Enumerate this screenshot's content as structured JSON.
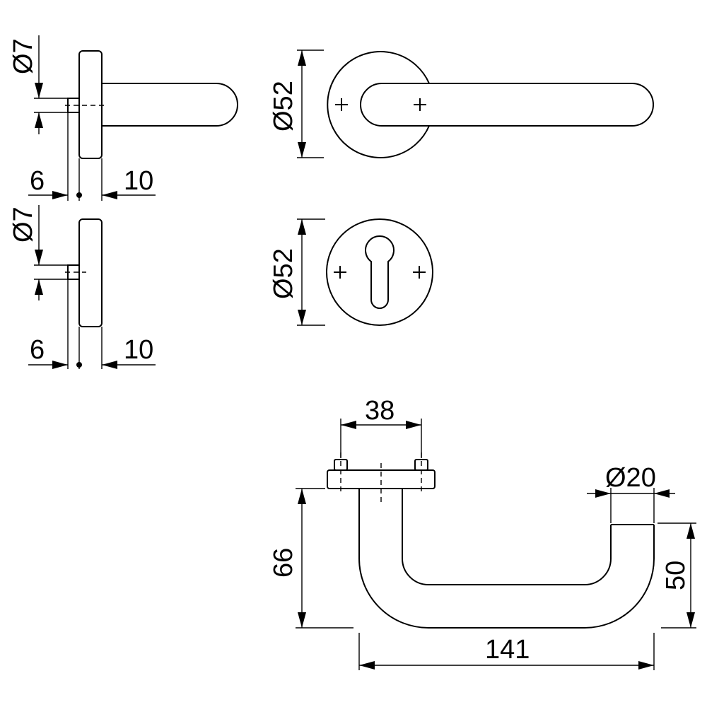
{
  "dimensions": {
    "side_top_pin_dia": "Ø7",
    "side_top_left": "6",
    "side_top_right": "10",
    "side_bottom_pin_dia": "Ø7",
    "side_bottom_left": "6",
    "side_bottom_right": "10",
    "rose_handle_dia": "Ø52",
    "rose_keyhole_dia": "Ø52",
    "handle_screw_spacing": "38",
    "handle_bar_dia": "Ø20",
    "handle_height": "66",
    "handle_end_height": "50",
    "handle_length": "141"
  }
}
